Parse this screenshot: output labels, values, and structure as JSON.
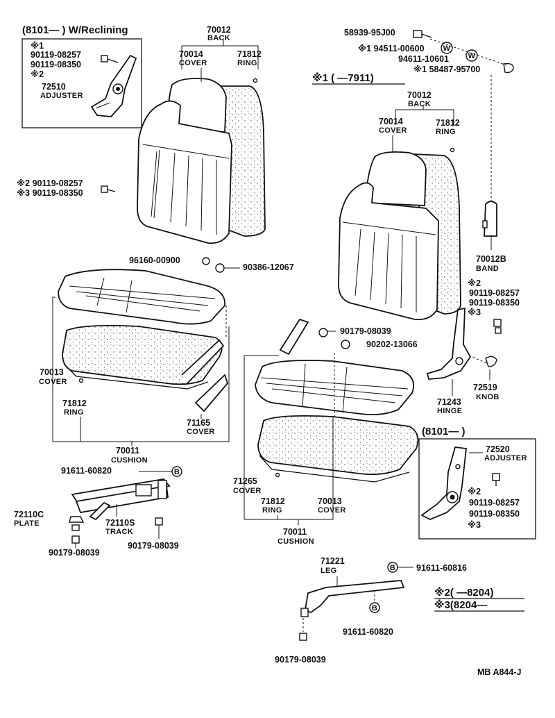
{
  "header": {
    "reclining_title": "(8101—     ) W/Reclining",
    "variant_title": "※1 (     —7911)",
    "variant_8101": "(8101—     )"
  },
  "inset_reclining": {
    "mark1": "※1",
    "bolt_a": "90119-08257",
    "bolt_b": "90119-08350",
    "mark2": "※2",
    "adjuster_pn": "72510",
    "adjuster_label": "ADJUSTER"
  },
  "left_seat": {
    "back_pn": "70012",
    "back_label": "BACK",
    "cover_pn": "70014",
    "cover_label": "COVER",
    "ring_pn": "71812",
    "ring_label": "RING",
    "bolt_mark2": "※2 90119-08257",
    "bolt_mark3": "※3 90119-08350",
    "clip_pn": "96160-00900",
    "washer_pn": "90386-12067",
    "cushion_cover_pn": "70013",
    "cushion_cover_label": "COVER",
    "cushion_ring_pn": "71812",
    "cushion_ring_label": "RING",
    "side_cover_pn": "71165",
    "side_cover_label": "COVER",
    "cushion_pn": "70011",
    "cushion_label": "CUSHION"
  },
  "track": {
    "bolt_pn": "91611-60820",
    "bolt_mark": "B",
    "plate_pn": "72110C",
    "plate_label": "PLATE",
    "track_pn": "72110S",
    "track_label": "TRACK",
    "nut_left_pn": "90179-08039",
    "nut_right_pn": "90179-08039"
  },
  "right_top": {
    "screw_pn": "58939-95J00",
    "washer1": "※1 94511-00600",
    "washer1_mark": "W",
    "washer2": "94611-10601",
    "washer2_mark": "W",
    "clip": "※1 58487-95700"
  },
  "right_seat": {
    "back_pn": "70012",
    "back_label": "BACK",
    "cover_pn": "70014",
    "cover_label": "COVER",
    "ring_pn": "71812",
    "ring_label": "RING",
    "band_pn": "70012B",
    "band_label": "BAND",
    "bolt_mark2": "※2",
    "bolt_a": "90119-08257",
    "bolt_b": "90119-08350",
    "bolt_mark3": "※3",
    "nut_pn": "90179-08039",
    "washer_pn": "90202-13066",
    "knob_pn": "72519",
    "knob_label": "KNOB",
    "hinge_pn": "71243",
    "hinge_label": "HINGE",
    "side_cover_pn": "71265",
    "side_cover_label": "COVER",
    "ring2_pn": "71812",
    "ring2_label": "RING",
    "cushion_cover_pn": "70013",
    "cushion_cover_label": "COVER",
    "cushion_pn": "70011",
    "cushion_label": "CUSHION"
  },
  "inset_8101": {
    "adjuster_pn": "72520",
    "adjuster_label": "ADJUSTER",
    "mark2": "※2",
    "bolt_a": "90119-08257",
    "bolt_b": "90119-08350",
    "mark3": "※3"
  },
  "leg": {
    "leg_pn": "71221",
    "leg_label": "LEG",
    "bolt_top_pn": "91611-60816",
    "bolt_top_mark": "B",
    "bolt_bottom_pn": "91611-60820",
    "bolt_bottom_mark": "B",
    "nut_pn": "90179-08039"
  },
  "notes": {
    "note2": "※2(     —8204)",
    "note3": "※3(8204—     "
  },
  "footer": {
    "code": "MB  A844-J"
  }
}
